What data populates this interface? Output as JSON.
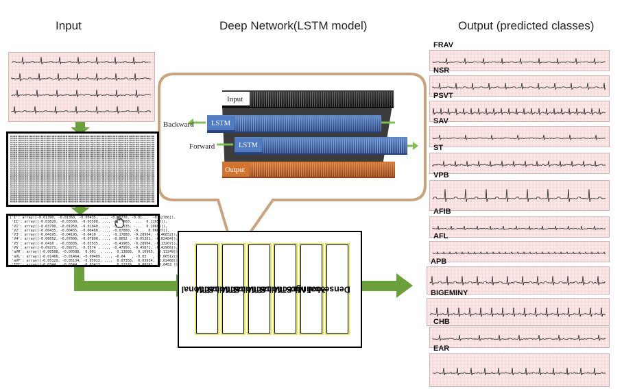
{
  "headers": {
    "input": "Input",
    "network": "Deep Network(LSTM model)",
    "output": "Output (predicted classes)"
  },
  "network_diagram": {
    "input_label": "Input",
    "lstm_label_1": "LSTM",
    "lstm_label_2": "LSTM",
    "output_label": "Output",
    "backward_label": "Backward",
    "forward_label": "Forward"
  },
  "layers": [
    {
      "line1": "Bidirectional",
      "line2": "LSTM"
    },
    {
      "line1": "Bidirectional",
      "line2": "LSTM"
    },
    {
      "line1": "Bidirectional",
      "line2": "LSTM"
    },
    {
      "line1": "Bidirectional",
      "line2": "LSTM"
    },
    {
      "line1": "Global Max",
      "line2": "Pooling"
    },
    {
      "line1": "Dense",
      "line2": ""
    }
  ],
  "data_rows": [
    "{'I': array([-0.01390, -0.01360, -0.00435, ..., -0.00770, -0.01...  -0.12786]),",
    " 'II': array([-0.03820, -0.03500, -0.03580, ..., -0.11660,  ...  0.11658]),",
    " 'V1': array([-0.03790, -0.01950, -0.01940, ..., -0.17535, -...  0.10695]),",
    " 'V2': array([-0.00435, -0.00455, -0.00480, ..., -0.07800, -0...  0.06877]),",
    " 'V3': array([-0.04195, -0.04195, -0.0410 , ..., -0.17880, -0.28904, -0.46852]),",
    " 'V4': array([-0.06652, -0.07806, -0.07890, ..., -0.0652 , -0.05301, -0.02484]),",
    " 'V5': array([-0.0410 , -0.03836, -0.03535, ..., -0.41965, -0.28904, -0.13207]),",
    " 'V6': array([-0.09271, -0.09271, -0.0574 , ..., -0.47950, -0.45871, -0.42966]),",
    " 'aVR': array([-0.00588, -0.00588,  0.001  , ...,  0.13888,  0.10965,  0.13249]),",
    " 'aVL': array([-0.01466, -0.01464, -0.00489, ..., -0.04   , -0.03   , -0.00512]),",
    " 'aVF': array([-0.05129, -0.05134, -0.05913, ...,  0.07358,  0.03934,  0.02468]),",
    " 'III': array([-0.0344 , -0.0344 , -0.03413, ...,  0.12229,  0.08291,  0.0453 ])}"
  ],
  "classes": [
    "FRAV",
    "NSR",
    "PSVT",
    "SAV",
    "ST",
    "VPB",
    "AFIB",
    "AFL",
    "APB",
    "BIGEMINY",
    "CHB",
    "EAR"
  ],
  "colors": {
    "arrow_green": "#6aa13a",
    "callout_border": "#c9a27e",
    "layer_border": "#e9e84a",
    "lstm_blue": "#3a64a8",
    "output_orange": "#c8682e",
    "ecg_background": "#fbe8e8"
  }
}
